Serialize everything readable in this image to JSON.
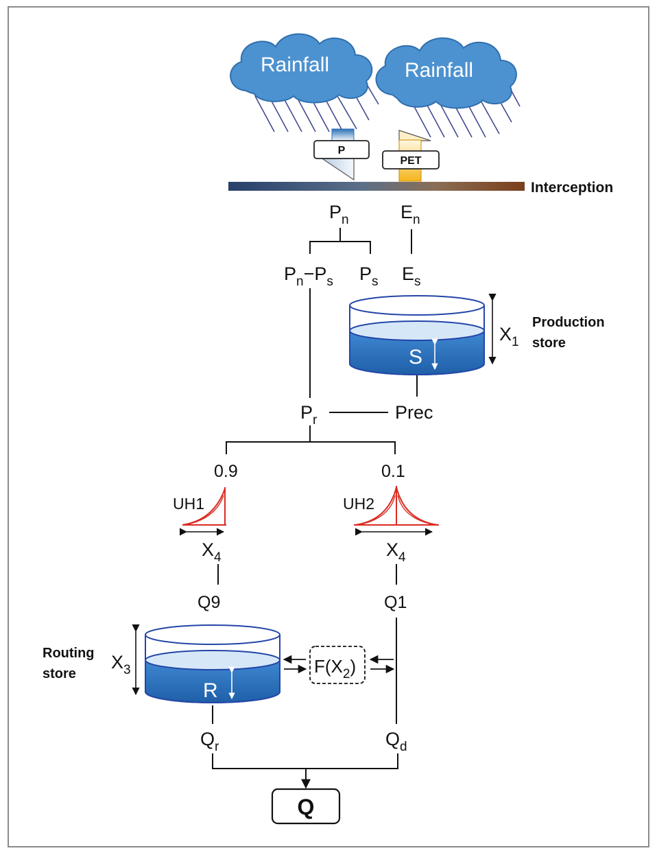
{
  "clouds": [
    "Rainfall",
    "Rainfall"
  ],
  "inputs": {
    "p": "P",
    "pet": "PET"
  },
  "interception": "Interception",
  "production": {
    "pn": "P",
    "pn_sub": "n",
    "en": "E",
    "en_sub": "n",
    "split_left_a": "P",
    "split_left_a_sub": "n",
    "split_minus": "−",
    "split_left_b": "P",
    "split_left_b_sub": "s",
    "ps": "P",
    "ps_sub": "s",
    "es": "E",
    "es_sub": "s",
    "x1": "X",
    "x1_sub": "1",
    "store_level": "S",
    "store_label_1": "Production",
    "store_label_2": "store"
  },
  "merge": {
    "pr": "P",
    "pr_sub": "r",
    "perc": "Prec"
  },
  "split": {
    "left": "0.9",
    "right": "0.1"
  },
  "unit_hydrographs": {
    "uh1": "UH1",
    "uh2": "UH2",
    "x4_left": "X",
    "x4_left_sub": "4",
    "x4_right": "X",
    "x4_right_sub": "4"
  },
  "flows": {
    "q9": "Q9",
    "q1": "Q1",
    "qr": "Q",
    "qr_sub": "r",
    "qd": "Q",
    "qd_sub": "d"
  },
  "routing": {
    "label_1": "Routing",
    "label_2": "store",
    "x3": "X",
    "x3_sub": "3",
    "store_level": "R",
    "exchange": "F(X",
    "exchange_sub": "2",
    "exchange_close": ")"
  },
  "output": "Q",
  "colors": {
    "cloud": "#4d92d0",
    "cloud_dark": "#2f6fae",
    "rain": "#44498f",
    "store_water": "#2c74bf",
    "store_surface": "#d6e8f8",
    "store_outline": "#2345a8",
    "uh": "#d92b22",
    "pet": "#f5b51e",
    "p_input": "#2c6fb6"
  }
}
